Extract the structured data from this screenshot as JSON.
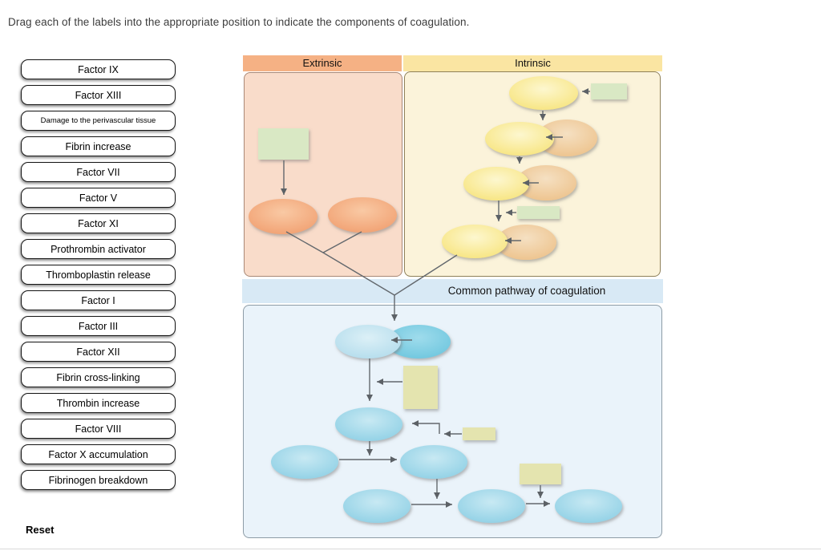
{
  "title": "Drag each of the labels into the appropriate position to indicate the components of coagulation.",
  "labels": [
    "Factor IX",
    "Factor XIII",
    "Damage to the perivascular tissue",
    "Fibrin increase",
    "Factor VII",
    "Factor V",
    "Factor XI",
    "Prothrombin activator",
    "Thromboplastin release",
    "Factor I",
    "Factor III",
    "Factor XII",
    "Fibrin cross-linking",
    "Thrombin increase",
    "Factor VIII",
    "Factor X accumulation",
    "Fibrinogen breakdown"
  ],
  "reset_label": "Reset",
  "diagram": {
    "extrinsic_header": "Extrinsic",
    "intrinsic_header": "Intrinsic",
    "common_header": "Common pathway of coagulation"
  },
  "colors": {
    "extrinsic_band": "#f5b184",
    "intrinsic_band": "#fae5a2",
    "common_band": "#d8e9f5",
    "extrinsic_panel": "#f9dcca",
    "intrinsic_panel": "#fbf3da",
    "common_panel": "#eaf3fa",
    "orange_ellipse": "#f2a276",
    "yellow_ellipse": "#f7e47e",
    "tan_ellipse": "#edc28b",
    "blue_ellipse": "#8fd0e5",
    "dark_blue_ellipse": "#6ec6de",
    "green_drop_box": "#d9e8c4",
    "khaki_drop_box": "#e4e4af",
    "arrow": "#63686d"
  }
}
